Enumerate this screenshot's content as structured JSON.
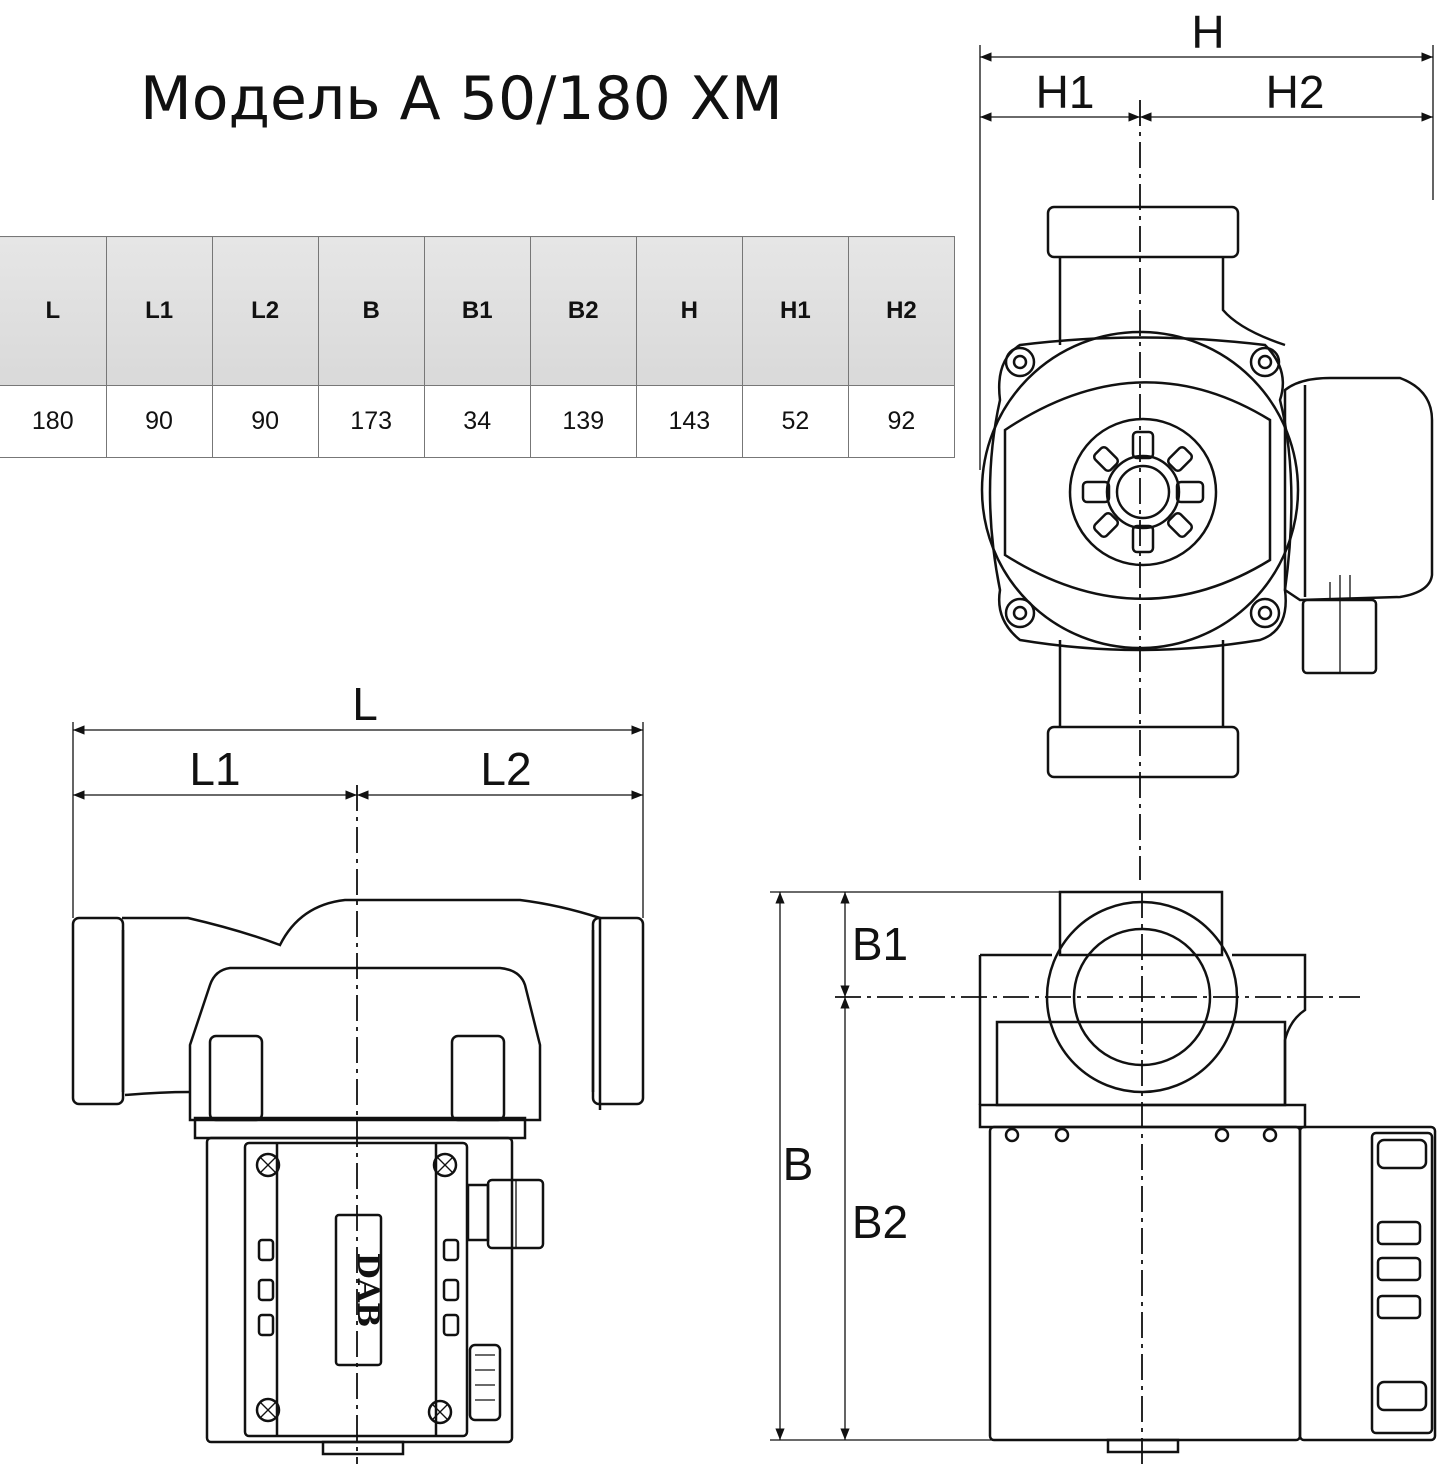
{
  "title": "Модель A 50/180 XM",
  "table": {
    "headers": [
      "L",
      "L1",
      "L2",
      "B",
      "B1",
      "B2",
      "H",
      "H1",
      "H2"
    ],
    "values": [
      "180",
      "90",
      "90",
      "173",
      "34",
      "139",
      "143",
      "52",
      "92"
    ]
  },
  "dimension_labels": {
    "L": "L",
    "L1": "L1",
    "L2": "L2",
    "H": "H",
    "H1": "H1",
    "H2": "H2",
    "B": "B",
    "B1": "B1",
    "B2": "B2"
  },
  "brand_logo": "DAB"
}
